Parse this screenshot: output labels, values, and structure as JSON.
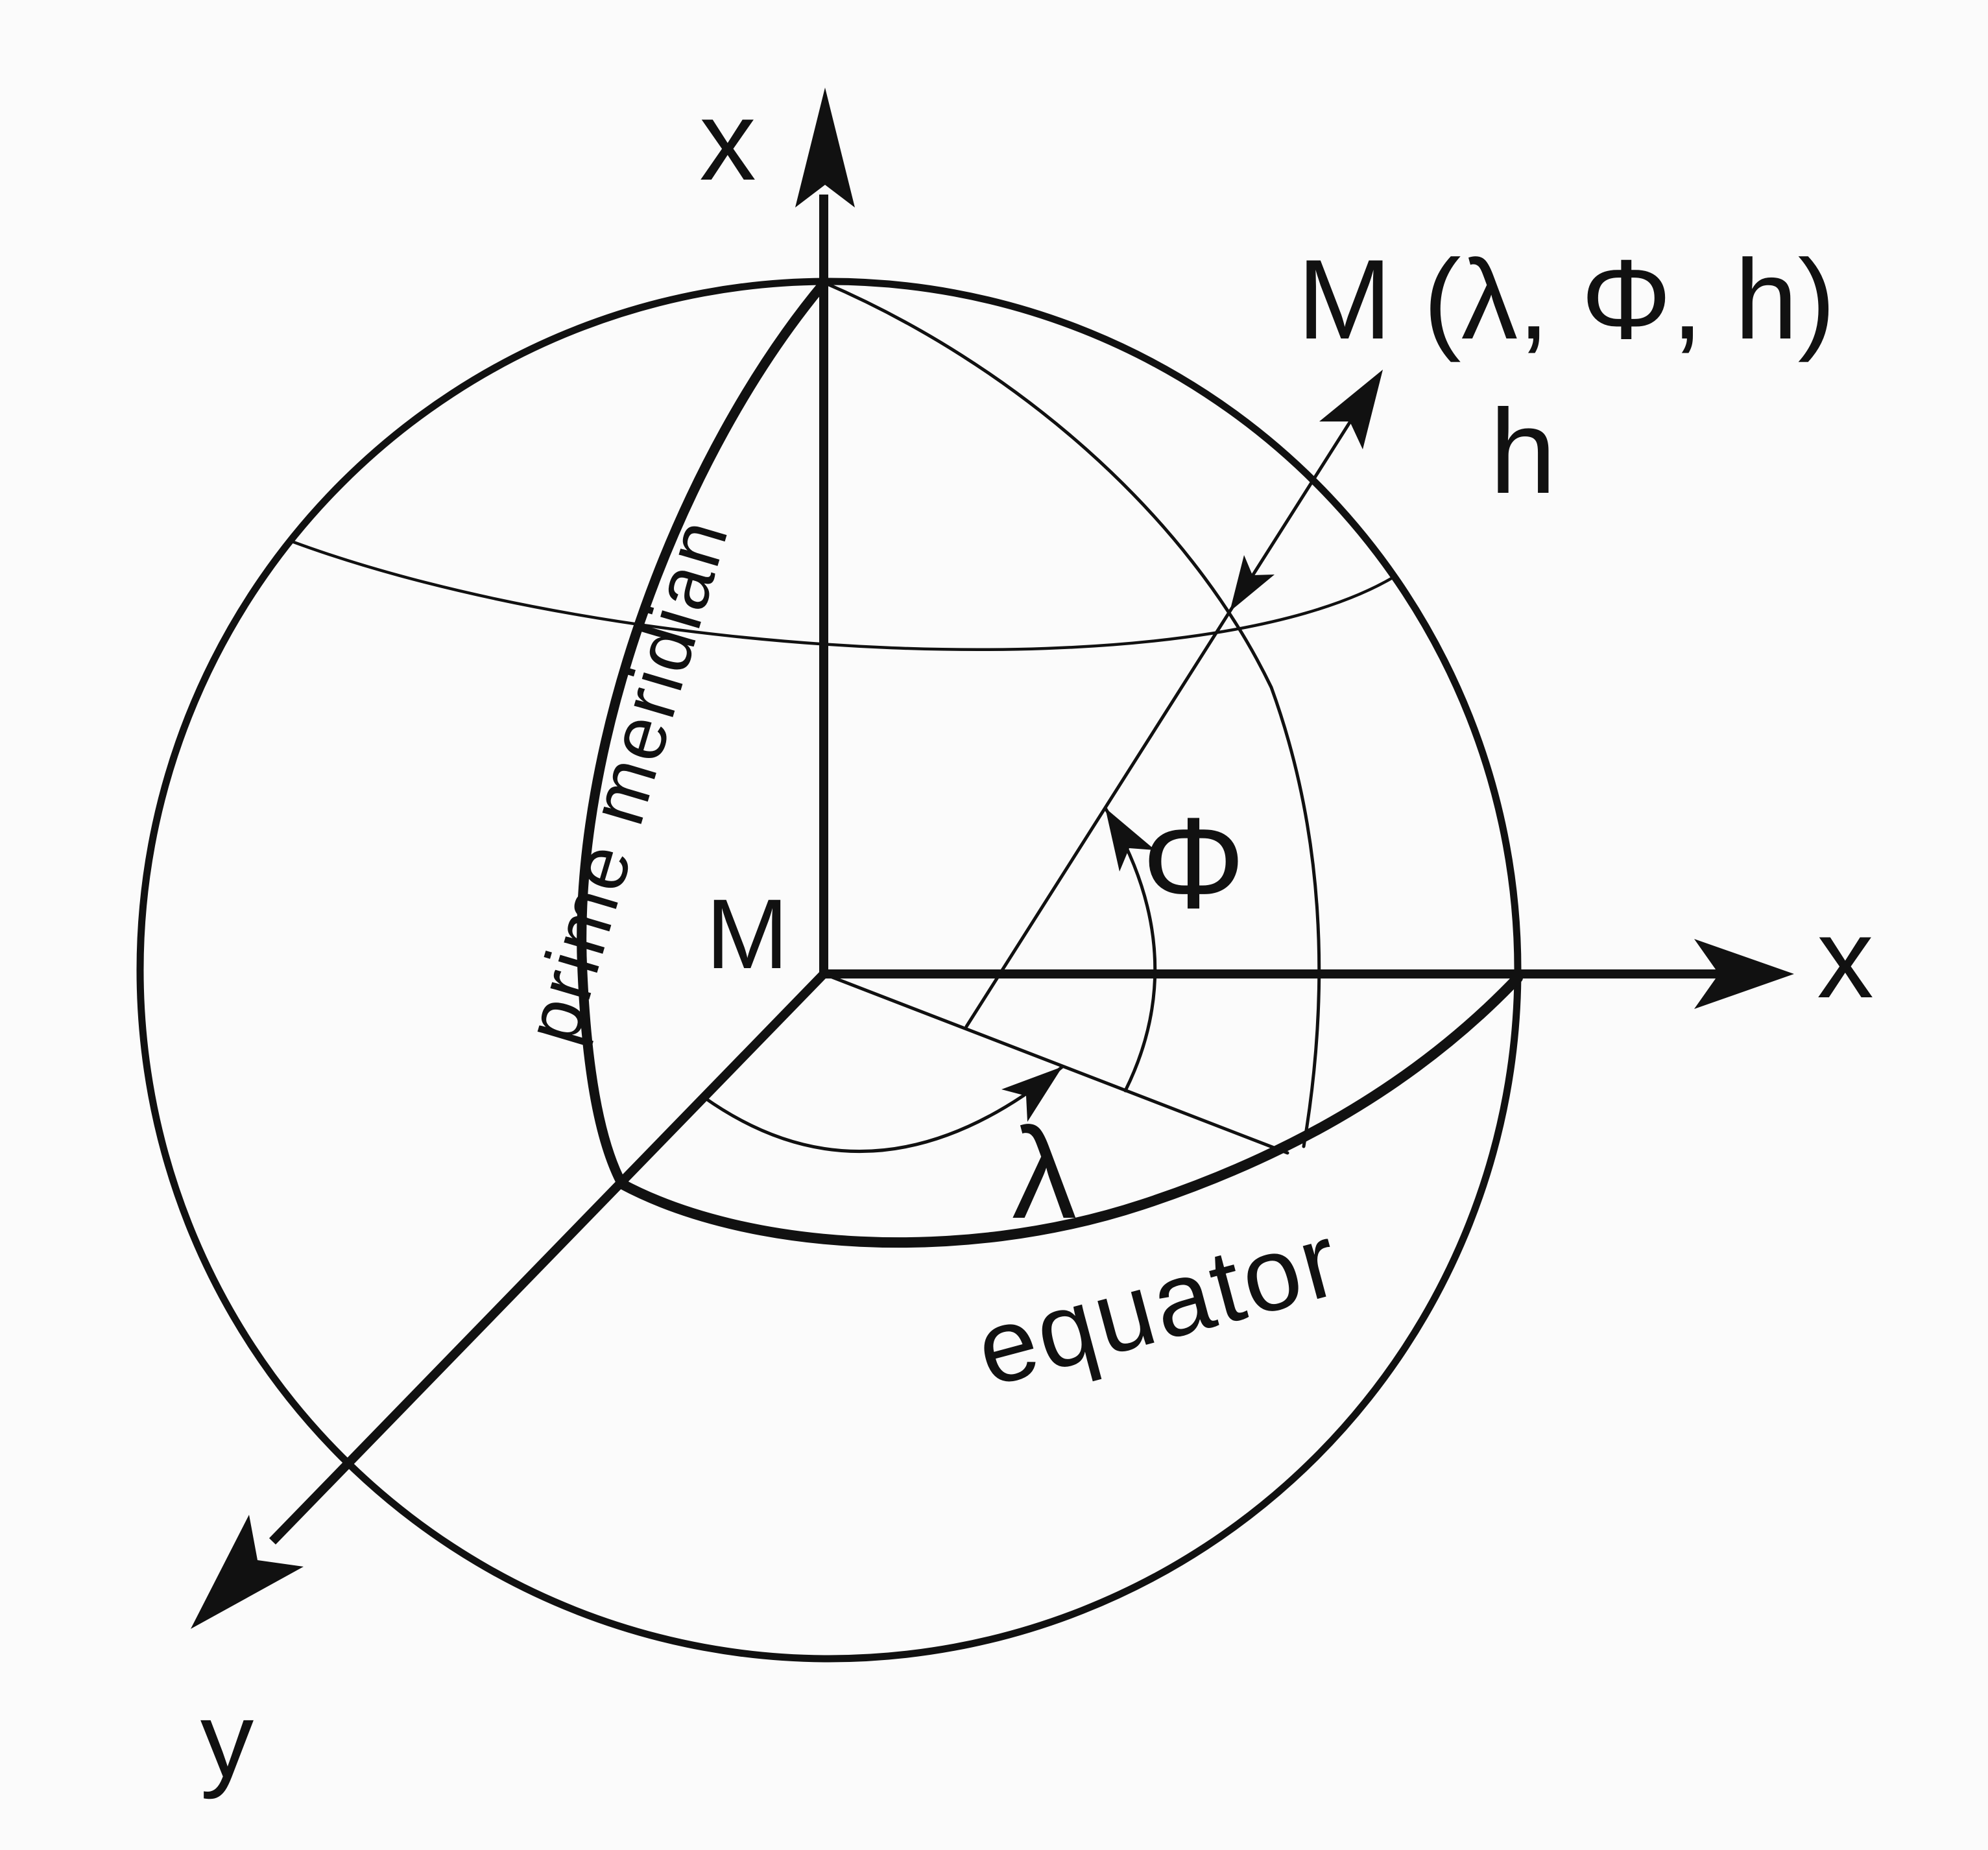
{
  "diagram": {
    "type": "geodetic-coordinates-sphere",
    "labels": {
      "vertical_axis": "x",
      "x_axis": "x",
      "y_axis": "y",
      "origin": "M",
      "point": "M (λ, Φ, h)",
      "height": "h",
      "latitude": "Φ",
      "longitude": "λ",
      "prime_meridian": "prime meridian",
      "equator": "equator"
    }
  },
  "colors": {
    "ink": "#111111",
    "background": "#fbfbfb"
  }
}
